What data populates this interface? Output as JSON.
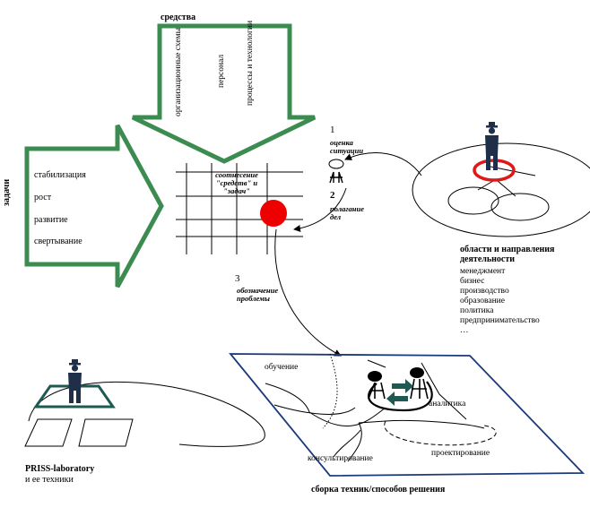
{
  "colors": {
    "arrow_green": "#3c8c52",
    "dark_teal": "#1e5a52",
    "figure_navy": "#1f2f4a",
    "red_circle": "#ee0000",
    "ring_red": "#e01818"
  },
  "sredstva": {
    "title": "средства",
    "items": [
      "организационные схемы",
      "персонал",
      "процессы и технологии"
    ]
  },
  "zadachi": {
    "title": "задачи",
    "items": [
      "стабилизация",
      "рост",
      "развитие",
      "свертывание"
    ]
  },
  "grid": {
    "label": "соотнесение \"средств\" и \"задач\""
  },
  "steps": {
    "one_num": "1",
    "one_label": "оценка ситуации",
    "two_num": "2",
    "two_label": "полагание дел",
    "three_num": "3",
    "three_label": "обозначение проблемы"
  },
  "areas": {
    "title": "области и направления деятельности",
    "items": [
      "менеджмент",
      "бизнес",
      "производство",
      "образование",
      "политика",
      "предпринимательство",
      "…"
    ]
  },
  "techniques": {
    "labels": [
      "обучение",
      "аналитика",
      "консультирование",
      "проектирование"
    ],
    "title": "сборка техник/способов решения"
  },
  "priss": {
    "title": "PRISS-laboratory",
    "subtitle": "и ее техники"
  },
  "icons": {
    "person": "person-figure-icon",
    "exchange": "exchange-arrows-icon"
  }
}
